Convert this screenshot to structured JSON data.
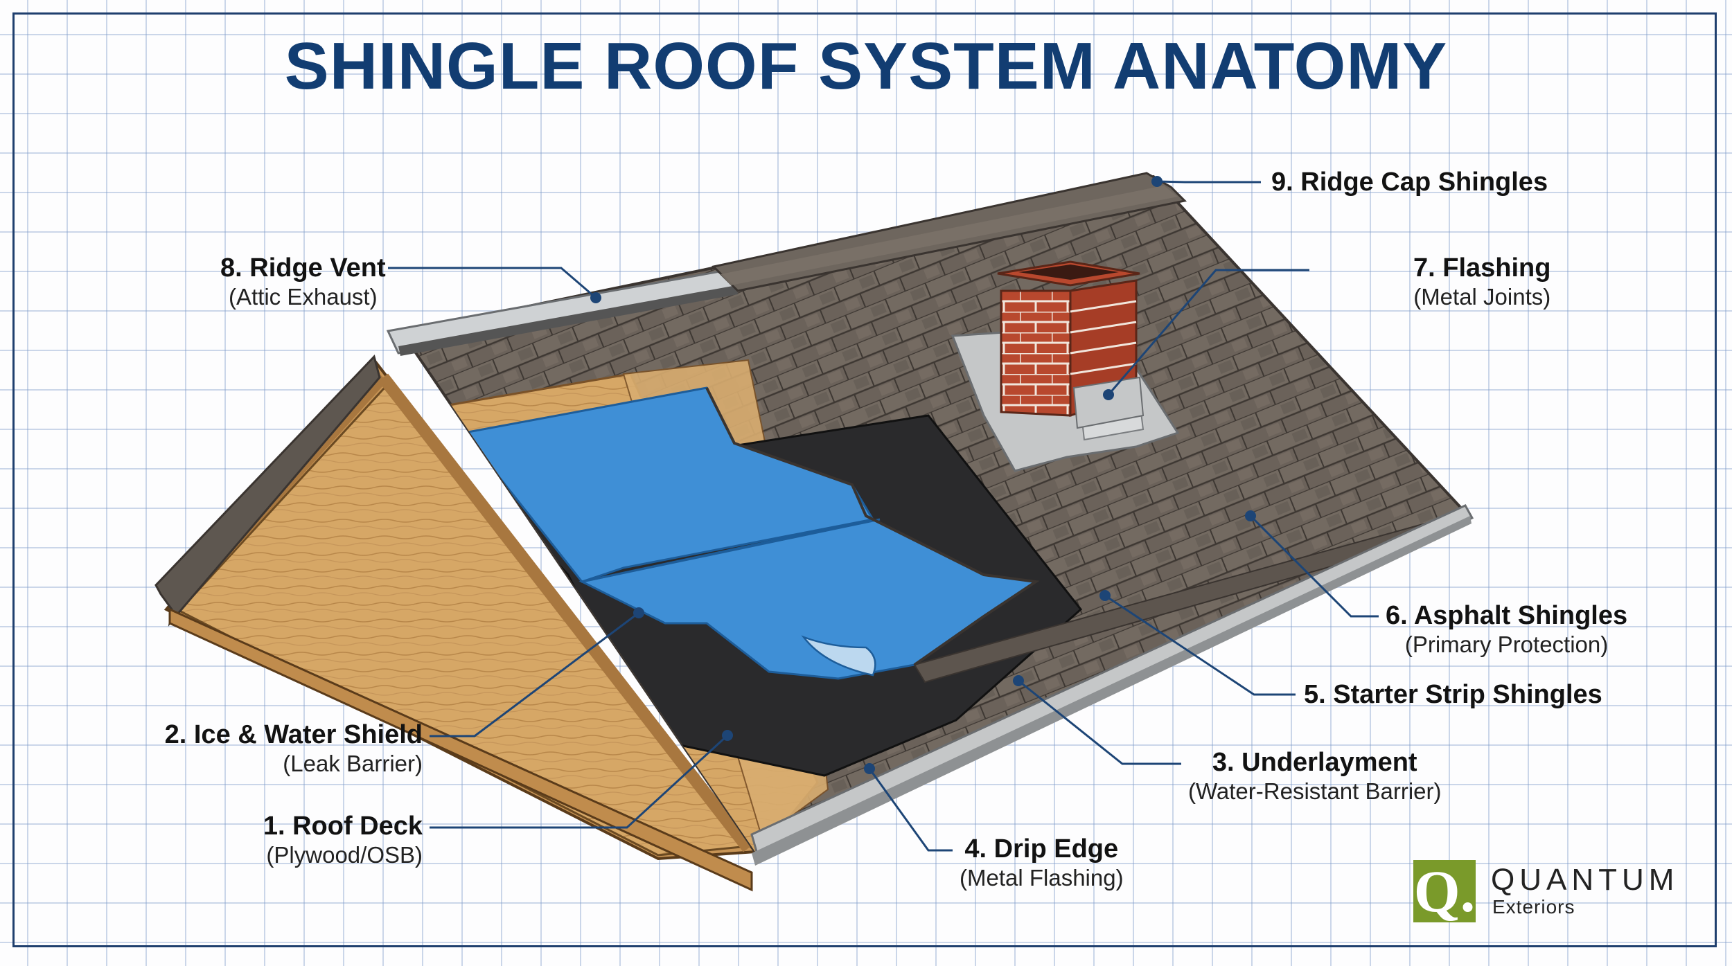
{
  "title": "SHINGLE ROOF SYSTEM ANATOMY",
  "labels": [
    {
      "id": "roof-deck",
      "name": "1. Roof Deck",
      "sub": "(Plywood/OSB)"
    },
    {
      "id": "ice-water-shield",
      "name": "2. Ice & Water Shield",
      "sub": "(Leak Barrier)"
    },
    {
      "id": "underlayment",
      "name": "3. Underlayment",
      "sub": "(Water-Resistant Barrier)"
    },
    {
      "id": "drip-edge",
      "name": "4. Drip Edge",
      "sub": "(Metal Flashing)"
    },
    {
      "id": "starter-strip",
      "name": "5. Starter Strip Shingles",
      "sub": ""
    },
    {
      "id": "asphalt-shingles",
      "name": "6. Asphalt Shingles",
      "sub": "(Primary Protection)"
    },
    {
      "id": "flashing",
      "name": "7. Flashing",
      "sub": "(Metal Joints)"
    },
    {
      "id": "ridge-vent",
      "name": "8. Ridge Vent",
      "sub": "(Attic Exhaust)"
    },
    {
      "id": "ridge-cap",
      "name": "9. Ridge Cap Shingles",
      "sub": ""
    }
  ],
  "logo": {
    "mark": "Q.",
    "name": "QUANTUM",
    "tagline": "Exteriors"
  },
  "colors": {
    "title": "#123d72",
    "leader": "#1d4576",
    "shingle": "#6b625a",
    "ice_water_shield": "#2a2a2c",
    "underlayment": "#3f8fd6",
    "wood": "#d6a766",
    "brick": "#b8482e",
    "metal": "#c5c7c8",
    "logo": "#7a9a2a"
  }
}
